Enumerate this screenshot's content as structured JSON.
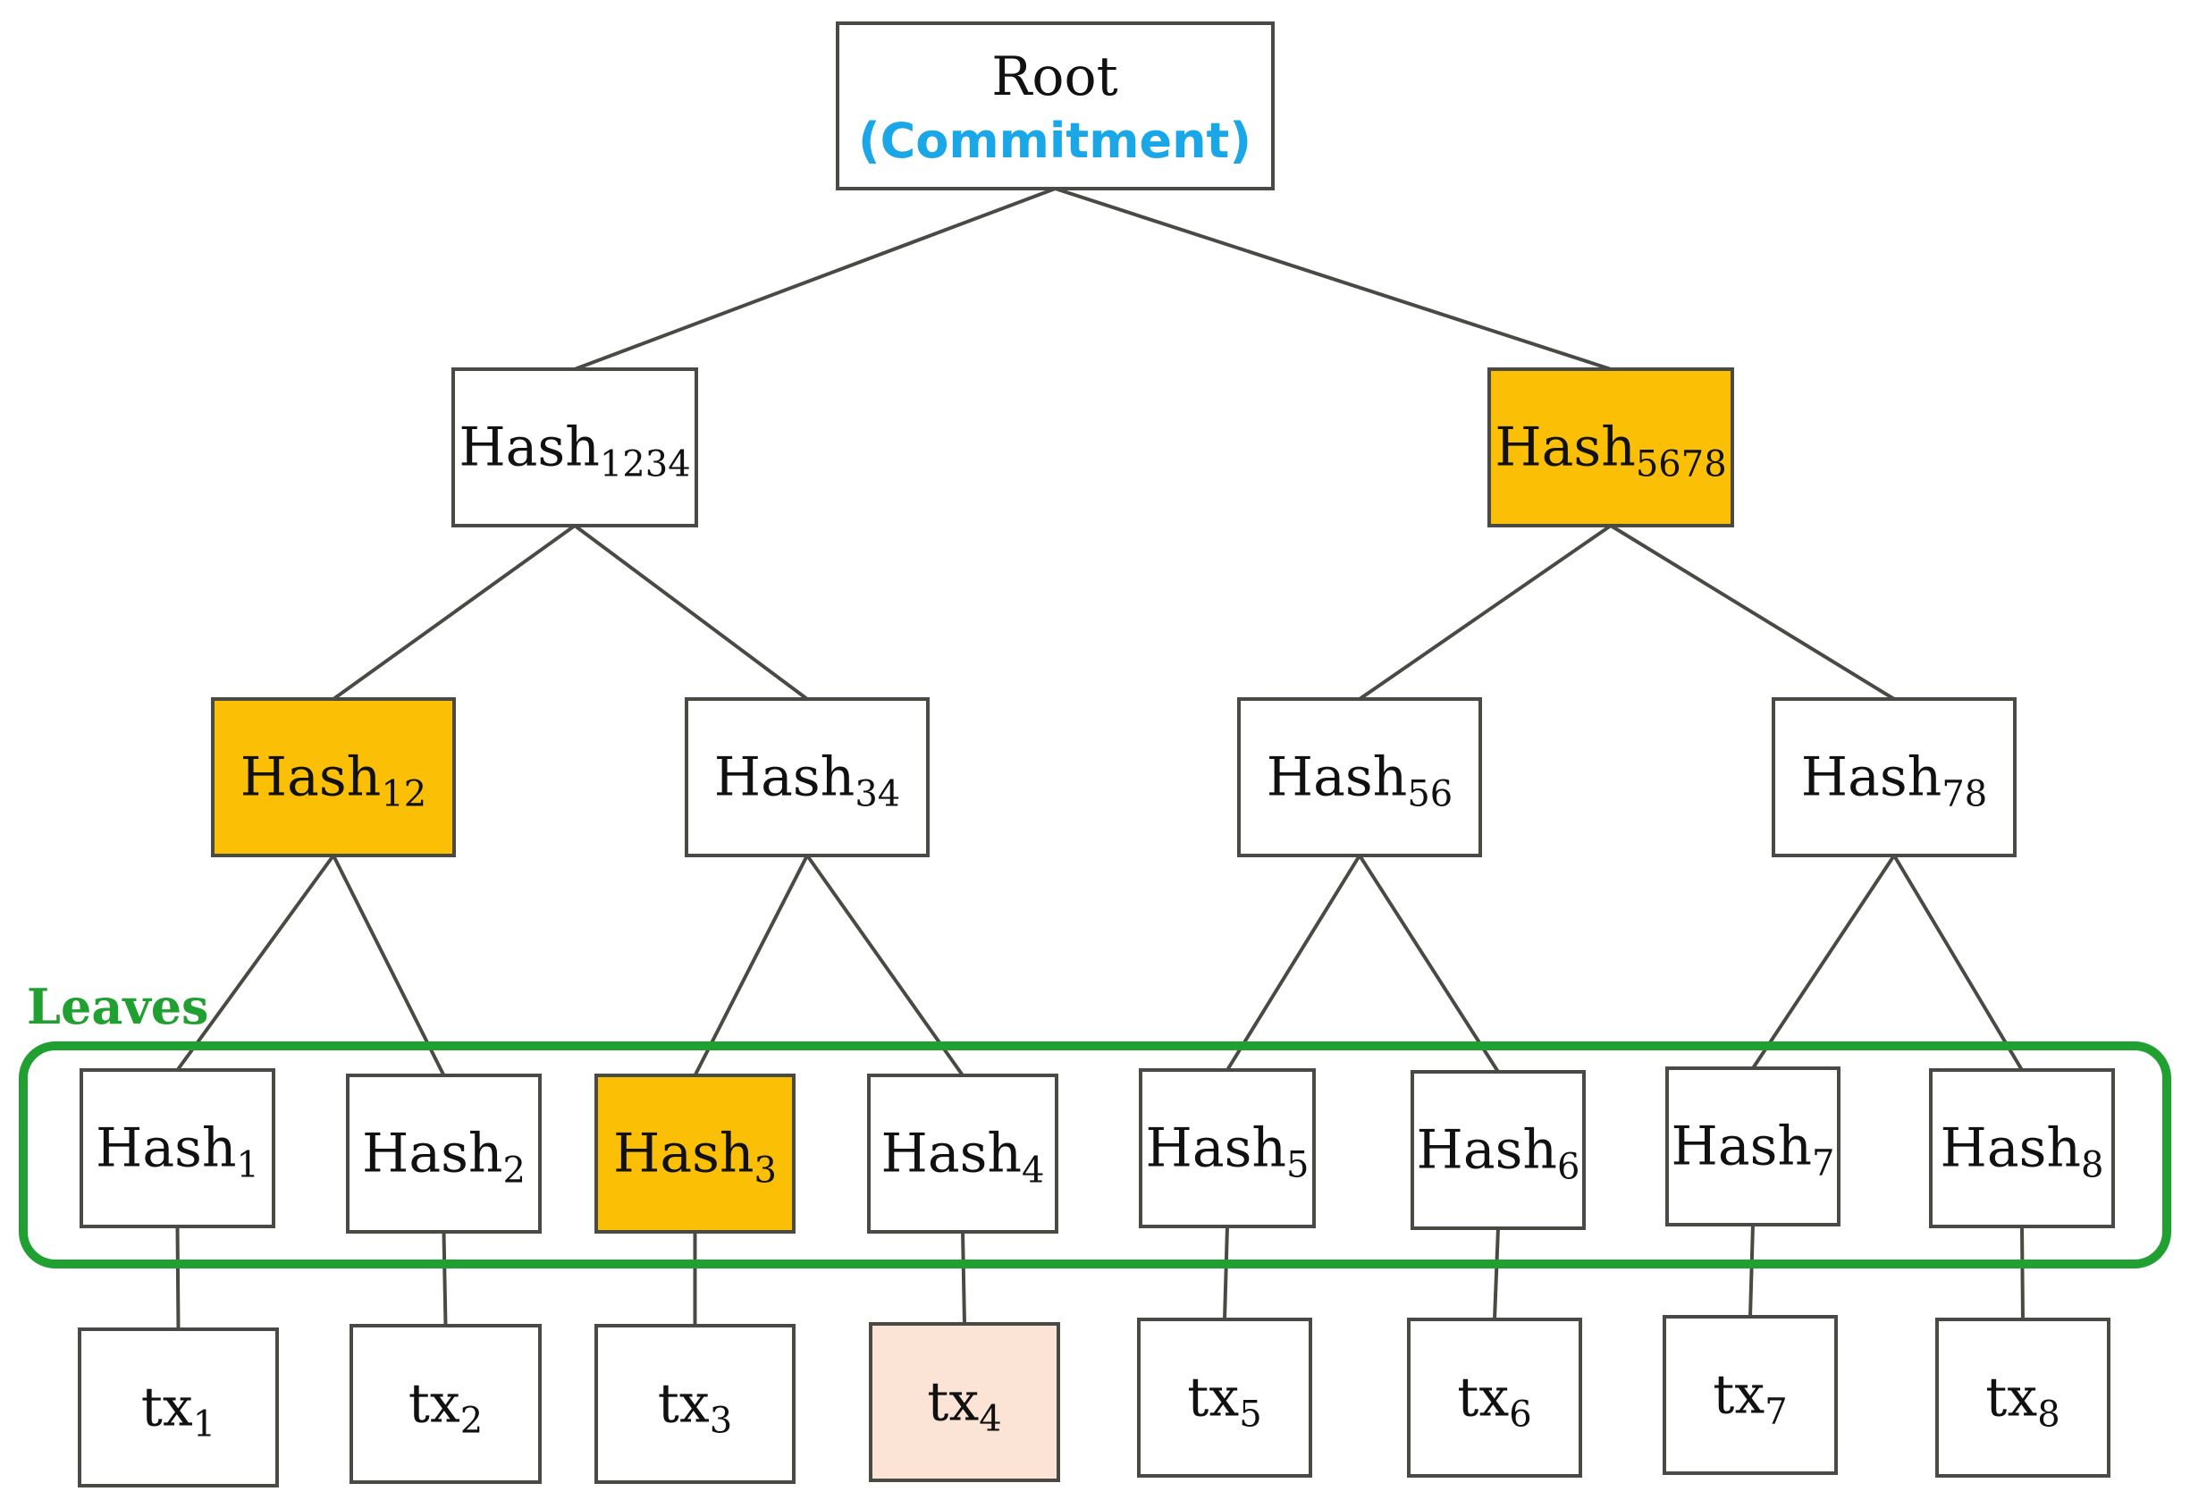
{
  "colors": {
    "edge": "#4a4a44",
    "box_stroke": "#4a4a44",
    "box_fill": "#ffffff",
    "highlight": "#fbbf05",
    "target": "#fbe4d6",
    "commitment": "#1aa7e8",
    "leaves": "#20a030"
  },
  "root": {
    "label": "Root",
    "sublabel": "(Commitment)"
  },
  "leaves_label": "Leaves",
  "nodes": [
    {
      "id": "hash1234",
      "base": "Hash",
      "sub": "1234",
      "style": "plain"
    },
    {
      "id": "hash5678",
      "base": "Hash",
      "sub": "5678",
      "style": "highlight"
    },
    {
      "id": "hash12",
      "base": "Hash",
      "sub": "12",
      "style": "highlight"
    },
    {
      "id": "hash34",
      "base": "Hash",
      "sub": "34",
      "style": "plain"
    },
    {
      "id": "hash56",
      "base": "Hash",
      "sub": "56",
      "style": "plain"
    },
    {
      "id": "hash78",
      "base": "Hash",
      "sub": "78",
      "style": "plain"
    },
    {
      "id": "hash1",
      "base": "Hash",
      "sub": "1",
      "style": "plain"
    },
    {
      "id": "hash2",
      "base": "Hash",
      "sub": "2",
      "style": "plain"
    },
    {
      "id": "hash3",
      "base": "Hash",
      "sub": "3",
      "style": "highlight"
    },
    {
      "id": "hash4",
      "base": "Hash",
      "sub": "4",
      "style": "plain"
    },
    {
      "id": "hash5",
      "base": "Hash",
      "sub": "5",
      "style": "plain"
    },
    {
      "id": "hash6",
      "base": "Hash",
      "sub": "6",
      "style": "plain"
    },
    {
      "id": "hash7",
      "base": "Hash",
      "sub": "7",
      "style": "plain"
    },
    {
      "id": "hash8",
      "base": "Hash",
      "sub": "8",
      "style": "plain"
    },
    {
      "id": "tx1",
      "base": "tx",
      "sub": "1",
      "style": "plain"
    },
    {
      "id": "tx2",
      "base": "tx",
      "sub": "2",
      "style": "plain"
    },
    {
      "id": "tx3",
      "base": "tx",
      "sub": "3",
      "style": "plain"
    },
    {
      "id": "tx4",
      "base": "tx",
      "sub": "4",
      "style": "target"
    },
    {
      "id": "tx5",
      "base": "tx",
      "sub": "5",
      "style": "plain"
    },
    {
      "id": "tx6",
      "base": "tx",
      "sub": "6",
      "style": "plain"
    },
    {
      "id": "tx7",
      "base": "tx",
      "sub": "7",
      "style": "plain"
    },
    {
      "id": "tx8",
      "base": "tx",
      "sub": "8",
      "style": "plain"
    }
  ],
  "edges": [
    [
      "root",
      "hash1234"
    ],
    [
      "root",
      "hash5678"
    ],
    [
      "hash1234",
      "hash12"
    ],
    [
      "hash1234",
      "hash34"
    ],
    [
      "hash5678",
      "hash56"
    ],
    [
      "hash5678",
      "hash78"
    ],
    [
      "hash12",
      "hash1"
    ],
    [
      "hash12",
      "hash2"
    ],
    [
      "hash34",
      "hash3"
    ],
    [
      "hash34",
      "hash4"
    ],
    [
      "hash56",
      "hash5"
    ],
    [
      "hash56",
      "hash6"
    ],
    [
      "hash78",
      "hash7"
    ],
    [
      "hash78",
      "hash8"
    ],
    [
      "hash1",
      "tx1"
    ],
    [
      "hash2",
      "tx2"
    ],
    [
      "hash3",
      "tx3"
    ],
    [
      "hash4",
      "tx4"
    ],
    [
      "hash5",
      "tx5"
    ],
    [
      "hash6",
      "tx6"
    ],
    [
      "hash7",
      "tx7"
    ],
    [
      "hash8",
      "tx8"
    ]
  ]
}
